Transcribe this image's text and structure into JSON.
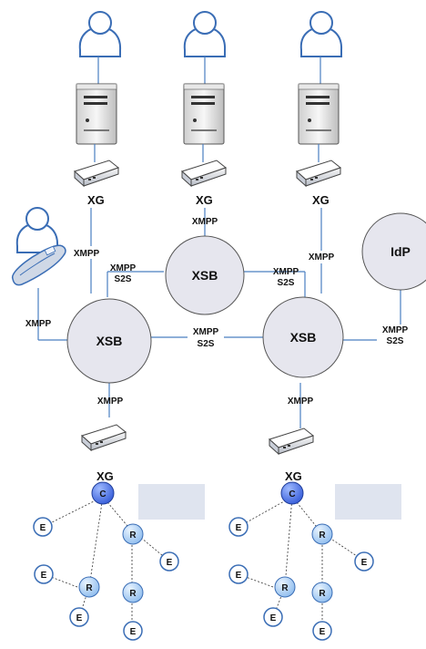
{
  "labels": {
    "xg": "XG",
    "xmpp": "XMPP",
    "s2s": "S2S",
    "xsb": "XSB",
    "idp": "IdP",
    "c": "C",
    "r": "R",
    "e": "E"
  },
  "colors": {
    "link": "#4a7fc1",
    "bubble": "#e6e6ee",
    "c_node": "#4169e1",
    "r_node": "#a9cdf3",
    "placeholder": "#dfe4ef"
  }
}
